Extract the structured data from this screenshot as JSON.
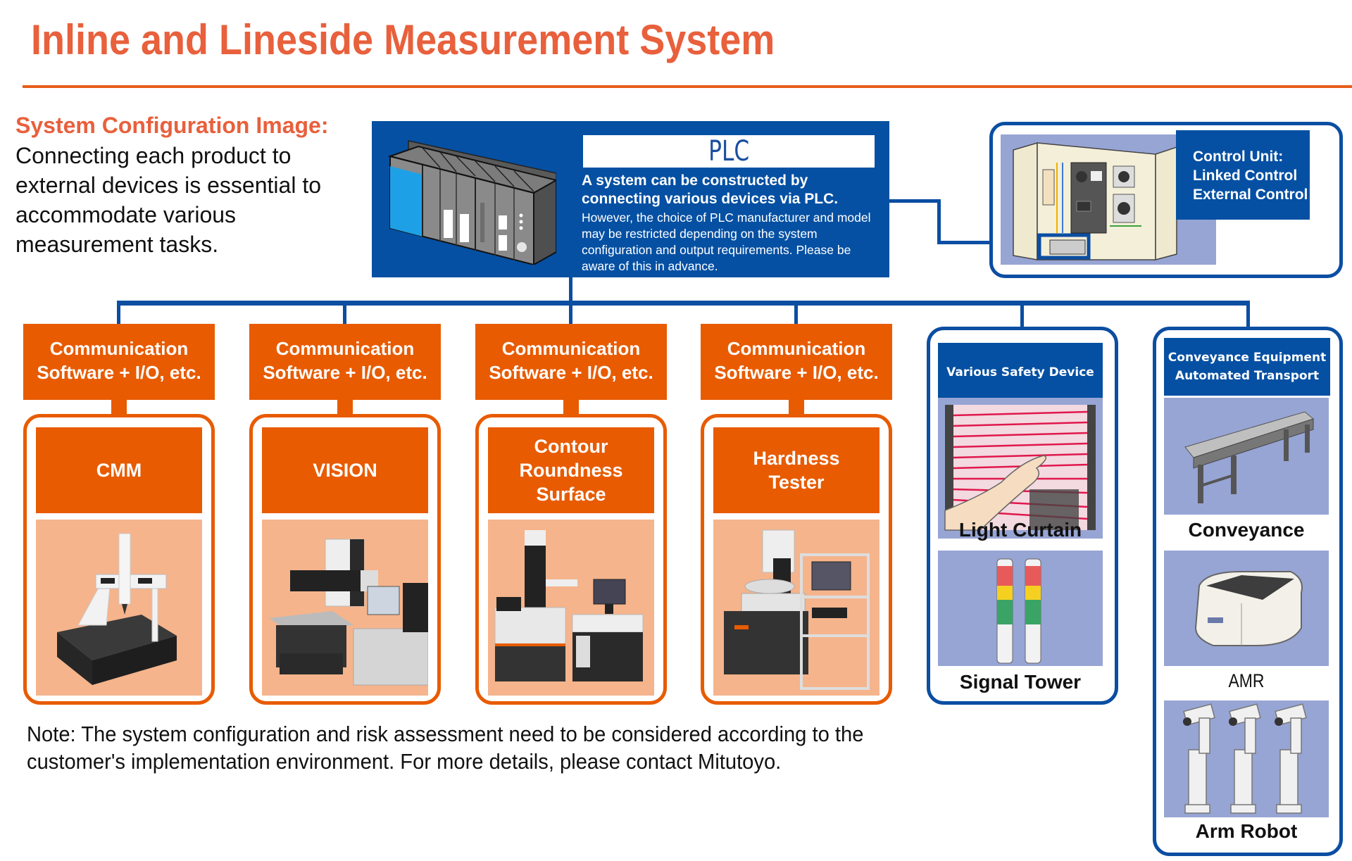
{
  "page": {
    "title": "Inline and Lineside Measurement System"
  },
  "intro": {
    "heading": "System Configuration Image:",
    "body": "Connecting each product to external devices is essential to accommodate various measurement tasks."
  },
  "plc": {
    "label": "PLC",
    "lead": "A system can be constructed by connecting various devices via PLC.",
    "detail": "However, the choice of PLC manufacturer and model may be restricted depending on the system configuration and output requirements. Please be aware of this in advance."
  },
  "control_unit": {
    "lines": [
      "Control Unit:",
      "Linked Control",
      "External Control"
    ]
  },
  "measurement_devices": [
    {
      "interface": [
        "Communication",
        "Software + I/O, etc."
      ],
      "device": [
        "CMM"
      ]
    },
    {
      "interface": [
        "Communication",
        "Software + I/O, etc."
      ],
      "device": [
        "VISION"
      ]
    },
    {
      "interface": [
        "Communication",
        "Software + I/O, etc."
      ],
      "device": [
        "Contour",
        "Roundness",
        "Surface"
      ]
    },
    {
      "interface": [
        "Communication",
        "Software + I/O, etc."
      ],
      "device": [
        "Hardness",
        "Tester"
      ]
    }
  ],
  "safety": {
    "heading": "Various Safety Device",
    "items": [
      {
        "caption": "Light Curtain"
      },
      {
        "caption": "Signal Tower"
      }
    ]
  },
  "conveyance": {
    "heading": [
      "Conveyance Equipment",
      "Automated Transport"
    ],
    "items": [
      {
        "caption": "Conveyance"
      },
      {
        "caption": "AMR"
      },
      {
        "caption": "Arm Robot"
      }
    ]
  },
  "note": "Note: The system configuration and risk assessment need to be considered according to the customer's implementation environment. For more details, please contact Mitutoyo.",
  "colors": {
    "title_orange": "#e8603c",
    "accent_orange": "#e85b00",
    "photo_peach": "#f5b48c",
    "brand_blue": "#0550a3",
    "image_lavender": "#97a5d4"
  }
}
